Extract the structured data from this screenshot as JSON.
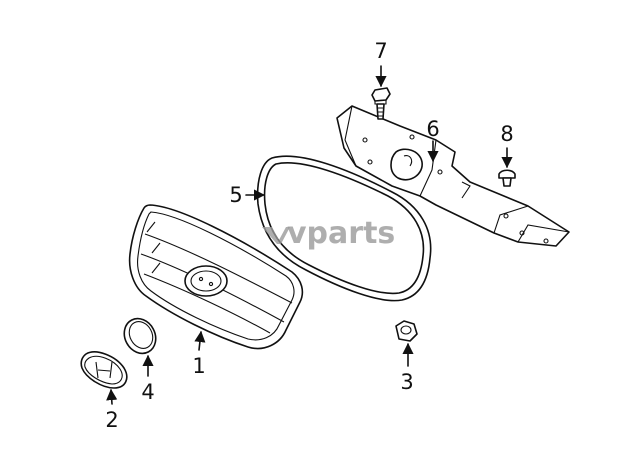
{
  "diagram": {
    "watermark": "vparts",
    "callouts": [
      {
        "id": "1",
        "label": "1"
      },
      {
        "id": "2",
        "label": "2"
      },
      {
        "id": "3",
        "label": "3"
      },
      {
        "id": "4",
        "label": "4"
      },
      {
        "id": "5",
        "label": "5"
      },
      {
        "id": "6",
        "label": "6"
      },
      {
        "id": "7",
        "label": "7"
      },
      {
        "id": "8",
        "label": "8"
      }
    ],
    "colors": {
      "line": "#111111",
      "background": "#ffffff",
      "watermark": "#9a9a9a"
    }
  }
}
